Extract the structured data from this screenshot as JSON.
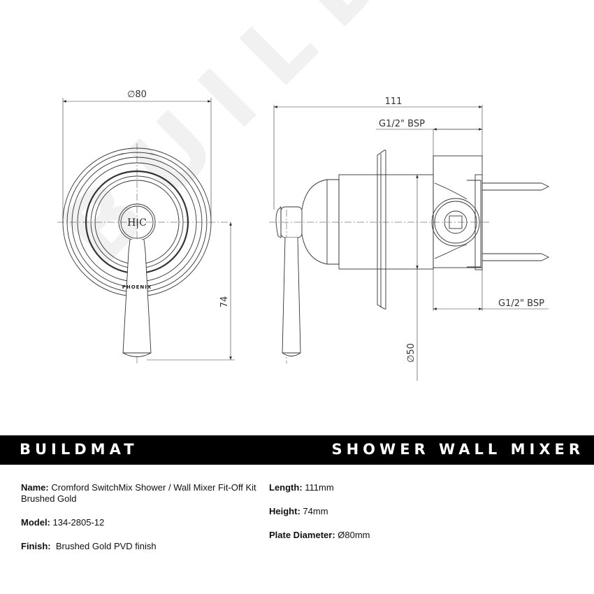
{
  "watermark": "BUILDMAT",
  "drawing": {
    "front_view": {
      "diameter_label": "∅80",
      "height_label": "74",
      "handle_label": "H|C",
      "brand_mark": "PHOENIX"
    },
    "side_view": {
      "length_label": "111",
      "top_thread_label": "G1/2\" BSP",
      "bottom_thread_label": "G1/2\" BSP",
      "body_diameter_label": "∅50"
    }
  },
  "banner": {
    "brand": "BUILDMAT",
    "title": "SHOWER WALL MIXER",
    "color": "#000000"
  },
  "specs": {
    "left": [
      {
        "label": "Name:",
        "value": "Cromford SwitchMix Shower / Wall Mixer Fit-Off Kit Brushed Gold"
      },
      {
        "label": "Model:",
        "value": "134-2805-12"
      },
      {
        "label": "Finish:",
        "value": " Brushed Gold PVD finish"
      }
    ],
    "right": [
      {
        "label": "Length:",
        "value": "111mm"
      },
      {
        "label": "Height:",
        "value": "74mm"
      },
      {
        "label": "Plate Diameter:",
        "value": "Ø80mm"
      }
    ]
  }
}
